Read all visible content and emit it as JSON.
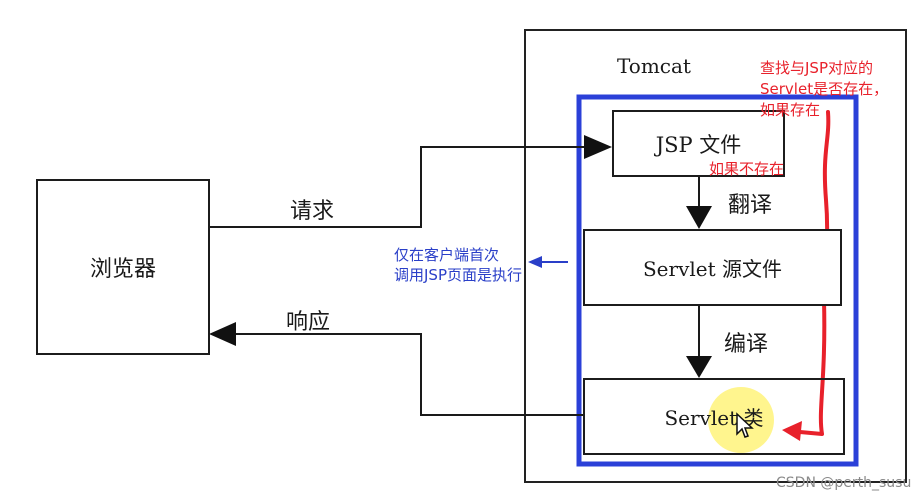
{
  "container_label": "Tomcat",
  "browser": {
    "label": "浏览器"
  },
  "request_label": "请求",
  "response_label": "响应",
  "steps": {
    "jsp_file": "JSP 文件",
    "translate": "翻译",
    "servlet_source": "Servlet 源文件",
    "compile": "编译",
    "servlet_class": "Servlet 类"
  },
  "annotations": {
    "first_request_only": [
      "仅在客户端首次",
      "调用JSP页面是执行"
    ],
    "lookup_servlet": [
      "查找与JSP对应的",
      "Servlet是否存在，",
      "如果存在"
    ],
    "if_not_exists": "如果不存在"
  },
  "watermark": "CSDN @perth_susu",
  "colors": {
    "annotation_blue": "#2a3fc8",
    "annotation_red": "#e8212b",
    "frame_blue": "#2b40d8",
    "cursor_highlight": "#fff37a"
  }
}
